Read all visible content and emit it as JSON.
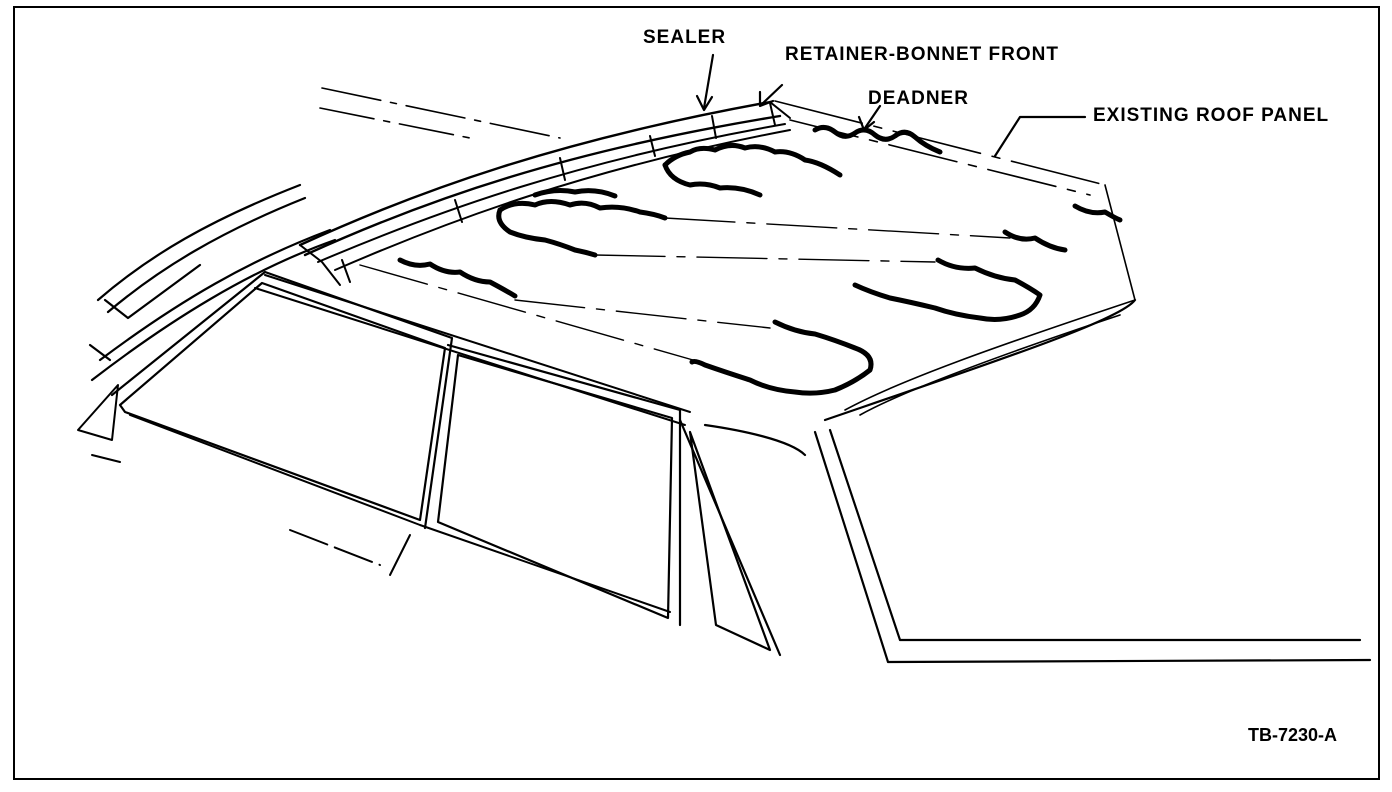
{
  "callouts": {
    "sealer": "SEALER",
    "retainer": "RETAINER-BONNET FRONT",
    "deadner": "DEADNER",
    "roof_panel": "EXISTING ROOF PANEL"
  },
  "figure_id": "TB-7230-A",
  "colors": {
    "ink": "#000000",
    "paper": "#ffffff"
  }
}
